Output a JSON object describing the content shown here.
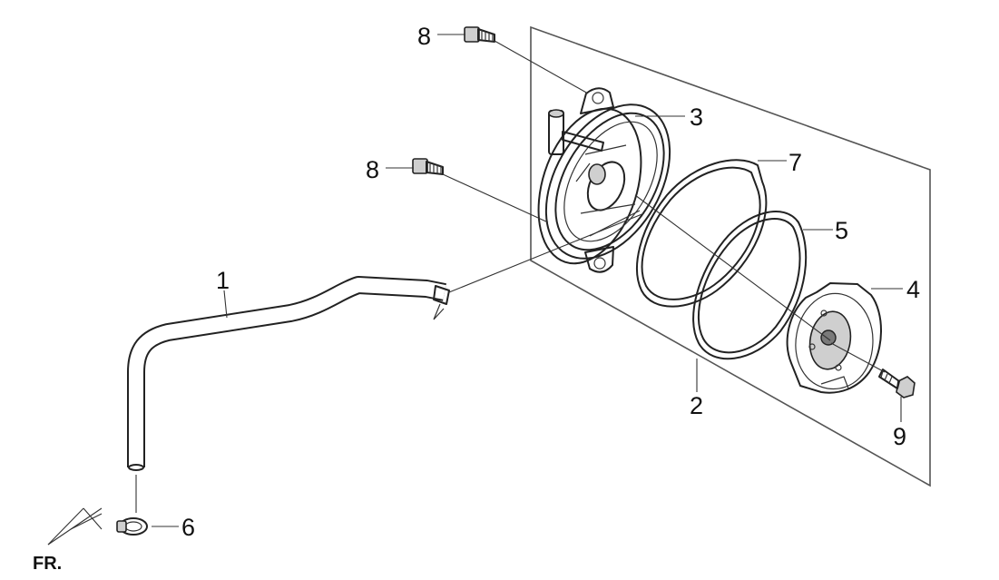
{
  "callouts": {
    "c1": "1",
    "c2": "2",
    "c3": "3",
    "c4": "4",
    "c5": "5",
    "c6": "6",
    "c7": "7",
    "c8a": "8",
    "c8b": "8",
    "c9": "9"
  },
  "orientation": {
    "front_label": "FR."
  },
  "colors": {
    "line": "#222222",
    "panel": "#555555",
    "shade": "#cfcfcf"
  }
}
